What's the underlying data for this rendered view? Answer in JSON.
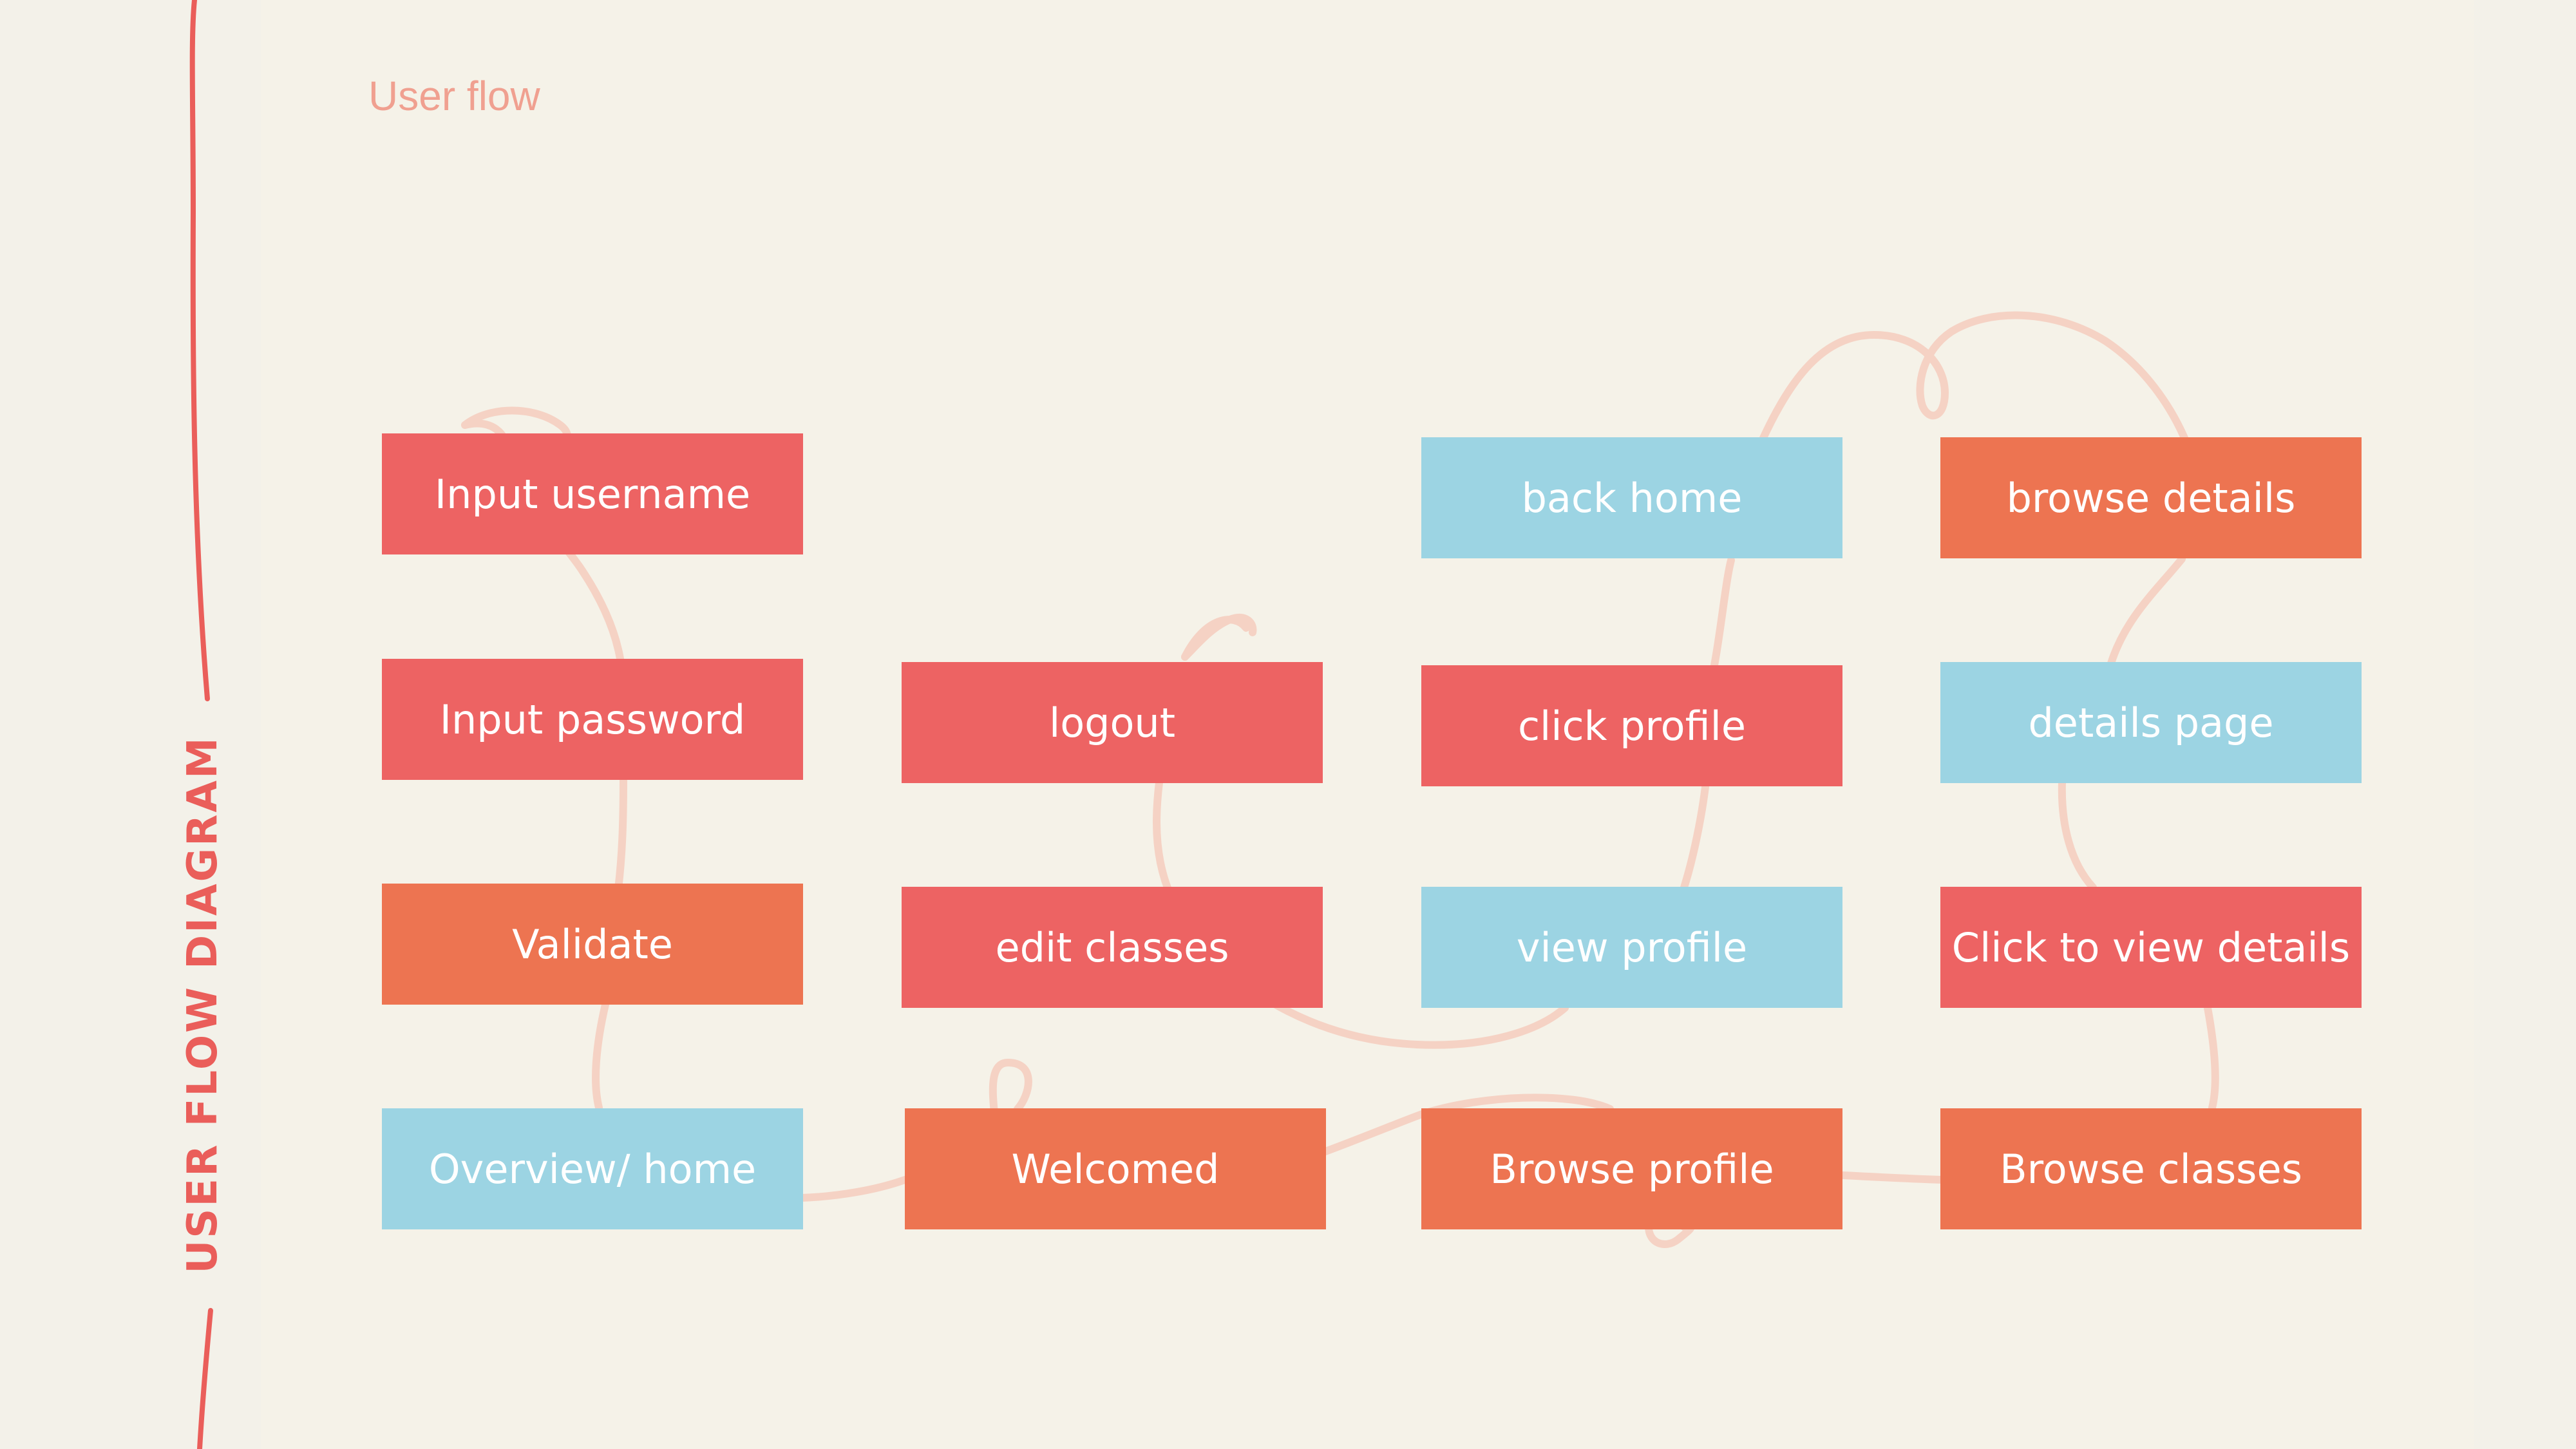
{
  "header": {
    "subtitle": "User flow",
    "side_title": "USER FLOW DIAGRAM"
  },
  "colors": {
    "background": "#f5f2e8",
    "red": "#ed6363",
    "orange": "#ed7451",
    "blue": "#9cd4e3",
    "connector": "#f5d2c4",
    "accent_line": "#ea5e5a",
    "subtitle": "#f0a090"
  },
  "nodes": {
    "input_username": "Input username",
    "input_password": "Input password",
    "validate": "Validate",
    "overview_home": "Overview/ home",
    "logout": "logout",
    "edit_classes": "edit classes",
    "welcomed": "Welcomed",
    "back_home": "back home",
    "click_profile": "click profile",
    "view_profile": "view profile",
    "browse_profile": "Browse profile",
    "browse_details": "browse details",
    "details_page": "details page",
    "click_to_view_details": "Click to view details",
    "browse_classes": "Browse classes"
  }
}
